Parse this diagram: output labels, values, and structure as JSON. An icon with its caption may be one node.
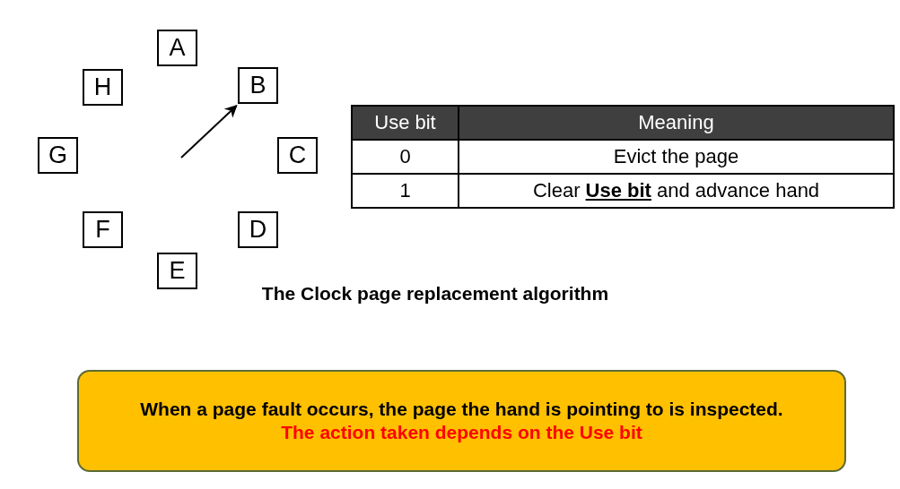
{
  "diagram": {
    "caption": "The Clock page replacement algorithm",
    "nodes": [
      {
        "text": [
          "A"
        ]
      },
      {
        "text": [
          "B"
        ]
      },
      {
        "text": [
          "C"
        ]
      },
      {
        "text": [
          "D"
        ]
      },
      {
        "text": [
          "E"
        ]
      },
      {
        "text": [
          "F"
        ]
      },
      {
        "text": [
          "G"
        ]
      },
      {
        "text": [
          "H"
        ]
      },
      {
        "text": [
          "When a page fault occurs, the page the hand is pointing to is inspected.",
          "The action taken depends on the Use bit"
        ]
      }
    ],
    "edges": [
      {
        "from": null,
        "to": 1,
        "arrow": "to"
      }
    ],
    "labels": [
      "Use bit",
      "Meaning",
      "0",
      "Evict the page",
      "1",
      "Clear **Use bit** and advance hand"
    ]
  }
}
